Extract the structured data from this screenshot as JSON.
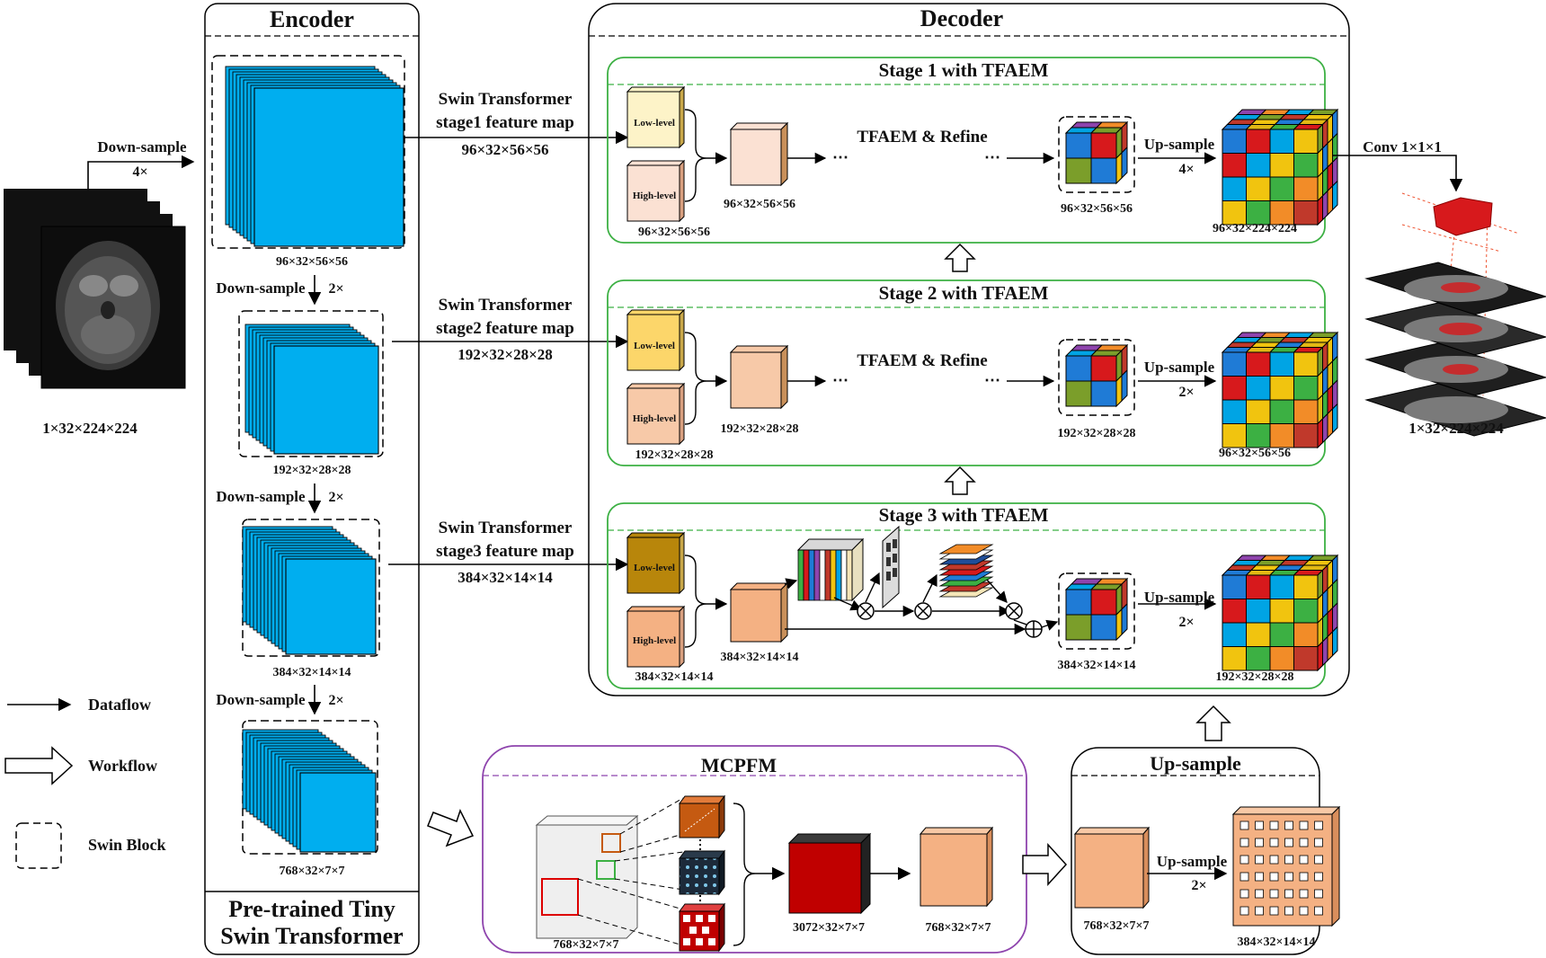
{
  "encoder": {
    "title": "Encoder",
    "footer_line1": "Pre-trained Tiny",
    "footer_line2": "Swin Transformer",
    "down_sample": "Down-sample",
    "times2": "2×",
    "blocks": [
      "96×32×56×56",
      "192×32×28×28",
      "384×32×14×14",
      "768×32×7×7"
    ]
  },
  "input": {
    "down_sample": "Down-sample",
    "times": "4×",
    "dims": "1×32×224×224"
  },
  "output": {
    "conv": "Conv 1×1×1",
    "dims": "1×32×224×224"
  },
  "feature_maps": [
    {
      "line1": "Swin Transformer",
      "line2": "stage1 feature map",
      "dims": "96×32×56×56"
    },
    {
      "line1": "Swin Transformer",
      "line2": "stage2 feature map",
      "dims": "192×32×28×28"
    },
    {
      "line1": "Swin Transformer",
      "line2": "stage3 feature map",
      "dims": "384×32×14×14"
    }
  ],
  "decoder": {
    "title": "Decoder",
    "low_level": "Low-level",
    "high_level": "High-level",
    "tfaem_refine": "TFAEM & Refine",
    "up_sample": "Up-sample",
    "stages": [
      {
        "title": "Stage 1 with TFAEM",
        "input_dims": "96×32×56×56",
        "merged_dims": "96×32×56×56",
        "refined_dims": "96×32×56×56",
        "up_times": "4×",
        "out_dims": "96×32×224×224"
      },
      {
        "title": "Stage 2 with TFAEM",
        "input_dims": "192×32×28×28",
        "merged_dims": "192×32×28×28",
        "refined_dims": "192×32×28×28",
        "up_times": "2×",
        "out_dims": "96×32×56×56"
      },
      {
        "title": "Stage 3 with TFAEM",
        "input_dims": "384×32×14×14",
        "merged_dims": "384×32×14×14",
        "refined_dims": "384×32×14×14",
        "up_times": "2×",
        "out_dims": "192×32×28×28"
      }
    ]
  },
  "mcpfm": {
    "title": "MCPFM",
    "in_dims": "768×32×7×7",
    "concat_dims": "3072×32×7×7",
    "out_dims": "768×32×7×7"
  },
  "upsample_box": {
    "title": "Up-sample",
    "in_dims": "768×32×7×7",
    "label": "Up-sample",
    "times": "2×",
    "out_dims": "384×32×14×14"
  },
  "legend": {
    "dataflow": "Dataflow",
    "workflow": "Workflow",
    "swin_block": "Swin Block"
  },
  "colors": {
    "encoder_blue": "#00aeef",
    "stage_border": "#3cb043",
    "mcpfm_border": "#8e44ad",
    "low1": "#fdf3c8",
    "high1": "#fbe1d3",
    "merge1": "#fbe1d3",
    "low2": "#fcd66a",
    "high2": "#f7c9a8",
    "merge2": "#f7c9a8",
    "low3": "#b8860b",
    "high3": "#f4b183",
    "merge3": "#f4b183",
    "mcpfm_red": "#c00000",
    "mcpfm_orange": "#c55a11",
    "peach": "#f4b183"
  }
}
